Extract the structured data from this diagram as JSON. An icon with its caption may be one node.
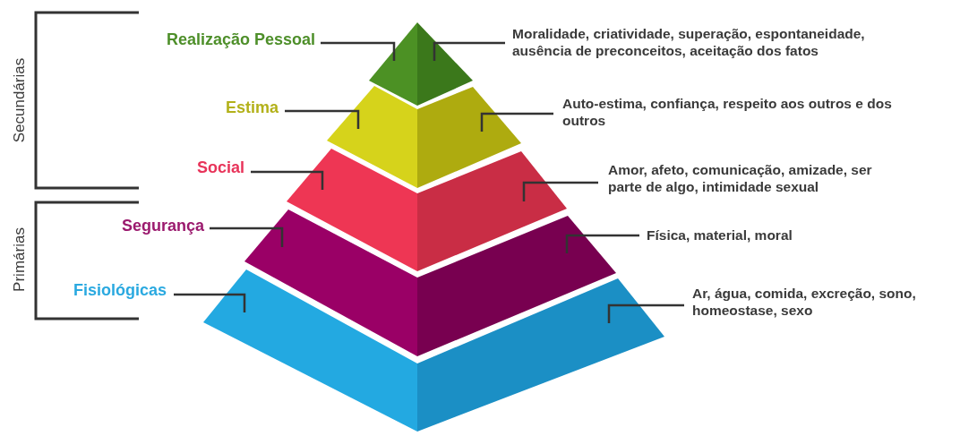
{
  "diagram": {
    "nodes": [
      {
        "text": [],
        "shape": "triangle"
      },
      {
        "text": [],
        "shape": "band"
      },
      {
        "text": [],
        "shape": "band"
      },
      {
        "text": [],
        "shape": "band"
      },
      {
        "text": [],
        "shape": "band"
      },
      {
        "text": [
          "Realização Pessoal"
        ]
      },
      {
        "text": [
          "Estima"
        ]
      },
      {
        "text": [
          "Social"
        ]
      },
      {
        "text": [
          "Segurança"
        ]
      },
      {
        "text": [
          "Fisiológicas"
        ]
      },
      {
        "text": [
          "Moralidade, criatividade, superação, espontaneidade, ausência de preconceitos, aceitação dos fatos"
        ]
      },
      {
        "text": [
          "Auto-estima, confiança, respeito aos outros e dos outros"
        ]
      },
      {
        "text": [
          "Amor, afeto, comunicação, amizade, ser parte de algo, intimidade sexual"
        ]
      },
      {
        "text": [
          "Física, material, moral"
        ]
      },
      {
        "text": [
          "Ar, água, comida, excreção, sono, homeostase, sexo"
        ]
      }
    ],
    "edges": [
      {
        "from": 5,
        "to": 0,
        "arrow": "none"
      },
      {
        "from": 10,
        "to": 0,
        "arrow": "none"
      },
      {
        "from": 6,
        "to": 1,
        "arrow": "none"
      },
      {
        "from": 11,
        "to": 1,
        "arrow": "none"
      },
      {
        "from": 7,
        "to": 2,
        "arrow": "none"
      },
      {
        "from": 12,
        "to": 2,
        "arrow": "none"
      },
      {
        "from": 8,
        "to": 3,
        "arrow": "none"
      },
      {
        "from": 13,
        "to": 3,
        "arrow": "none"
      },
      {
        "from": 9,
        "to": 4,
        "arrow": "none"
      },
      {
        "from": 14,
        "to": 4,
        "arrow": "none"
      }
    ],
    "labels": [
      "Secundárias",
      "Primárias"
    ]
  }
}
